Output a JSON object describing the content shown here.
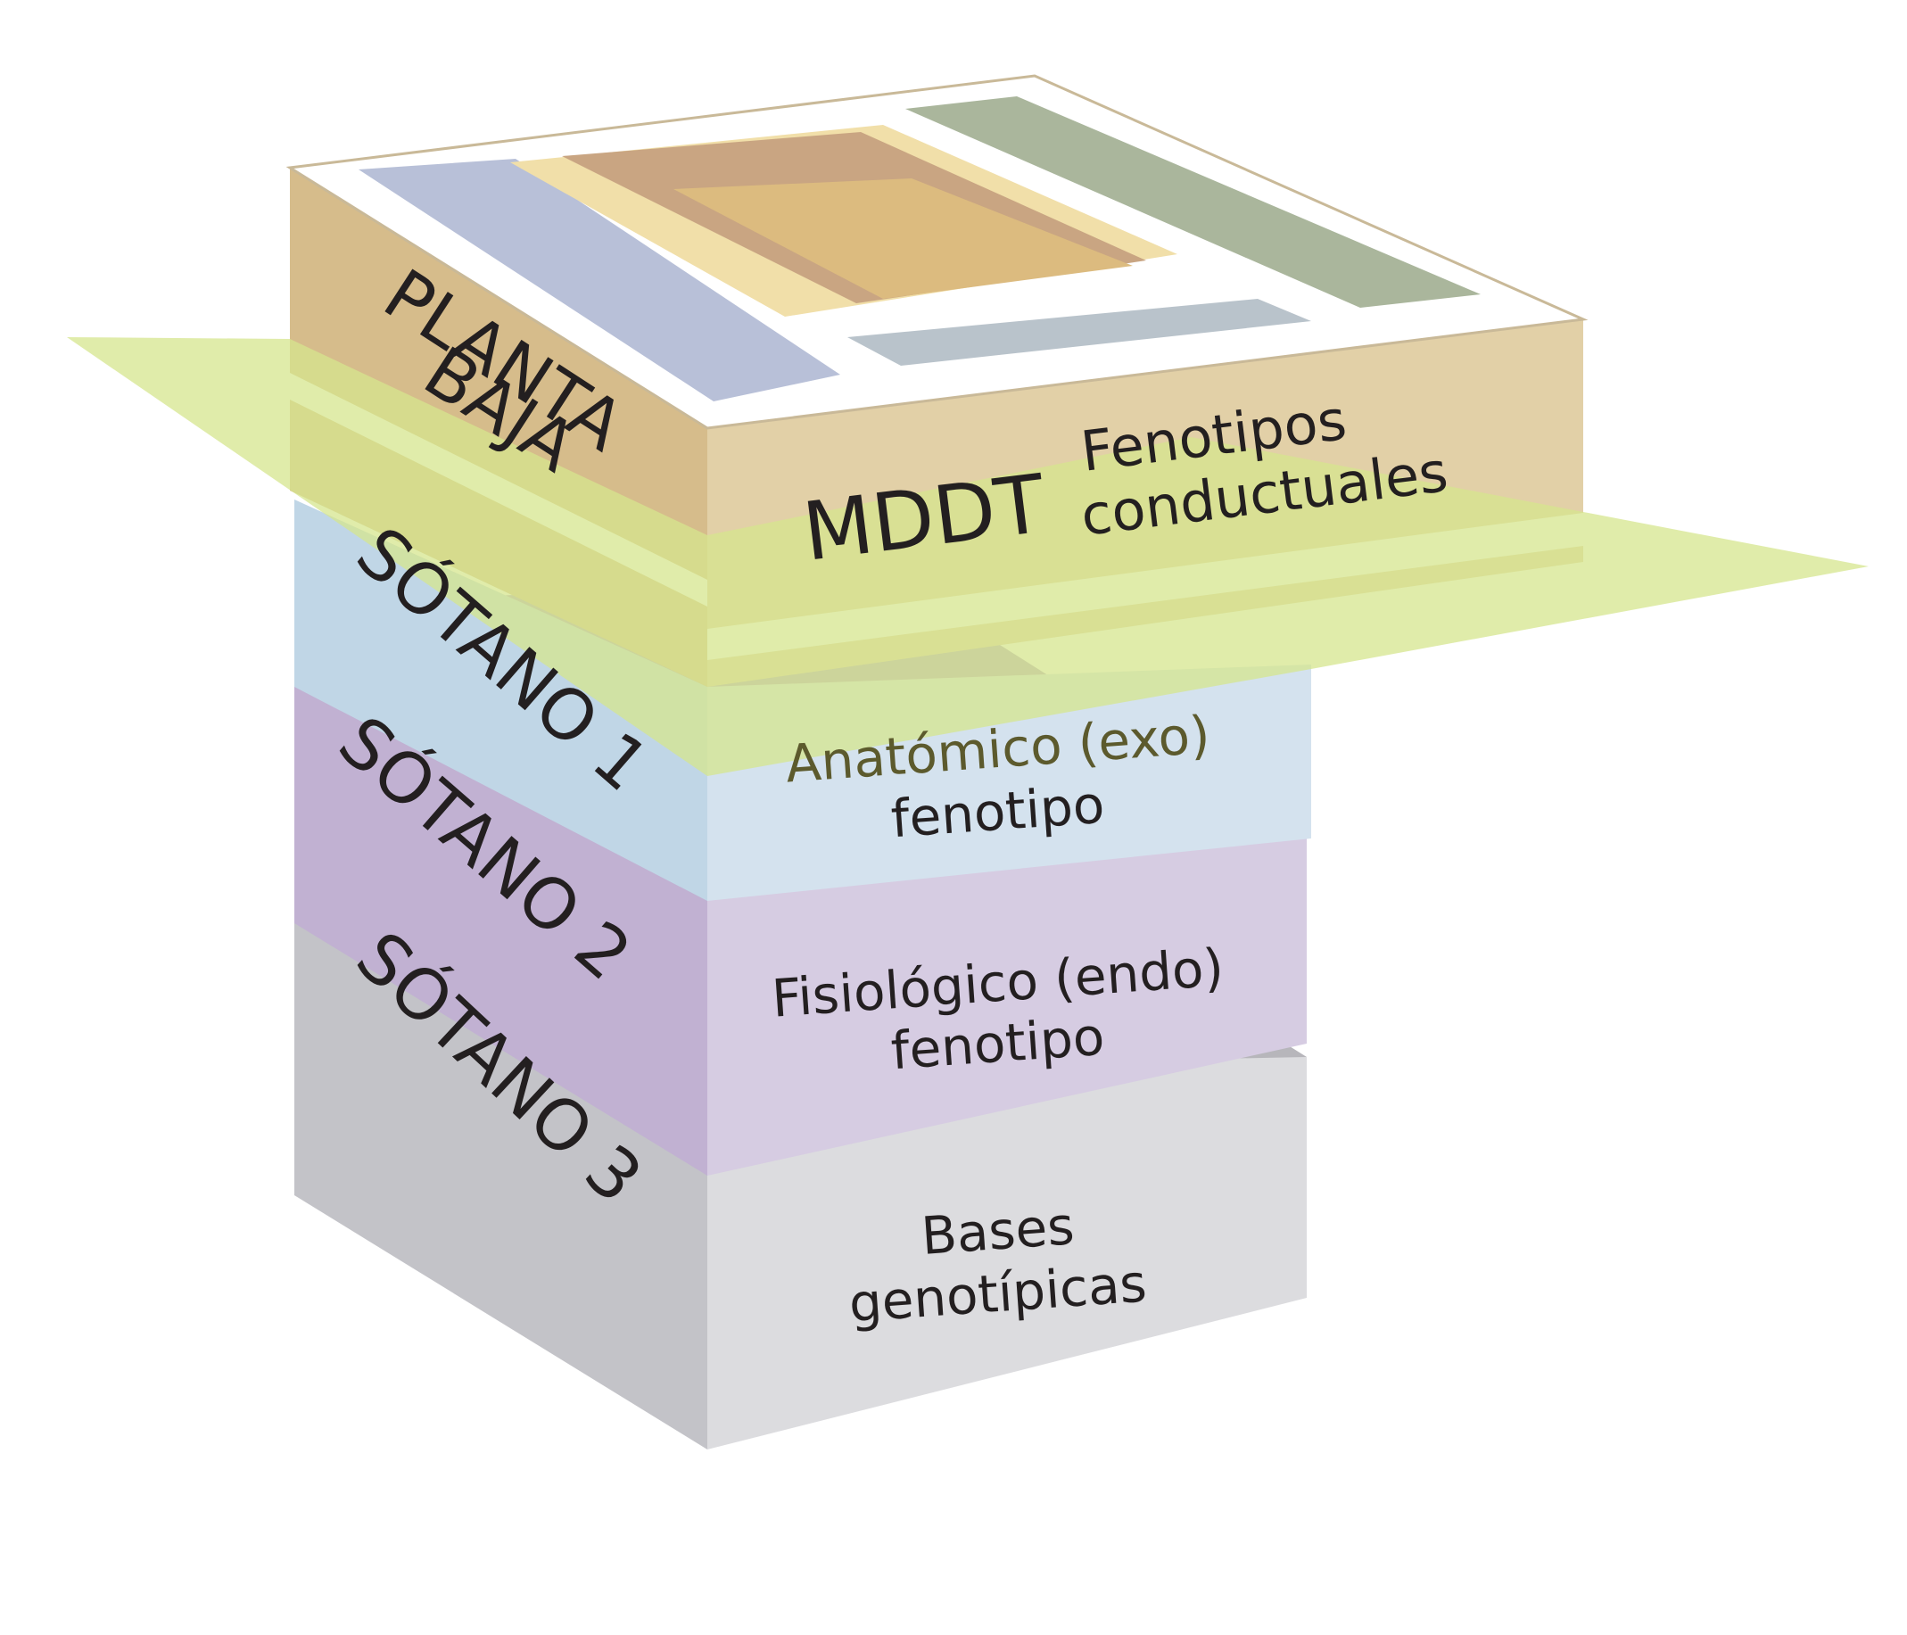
{
  "levels": {
    "ground": {
      "side_label_line1": "PLANTA",
      "side_label_line2": "BAJA",
      "acronym": "MDDT",
      "front_label_line1": "Fenotipos",
      "front_label_line2": "conductuales",
      "colors": {
        "front": "#e2d0a7",
        "side": "#d6bc8b"
      }
    },
    "basement1": {
      "side_label": "SÓTANO 1",
      "front_label_line1": "Anatómico (exo)",
      "front_label_line2": "fenotipo",
      "colors": {
        "front": "#d4e2ee",
        "side": "#c0d6e6"
      }
    },
    "basement2": {
      "side_label": "SÓTANO 2",
      "front_label_line1": "Fisiológico (endo)",
      "front_label_line2": "fenotipo",
      "colors": {
        "front": "#d6cce2",
        "side": "#c1b1d2",
        "top": "#b19fc3"
      }
    },
    "basement3": {
      "side_label": "SÓTANO 3",
      "front_label_line1": "Bases",
      "front_label_line2": "genotípicas",
      "colors": {
        "front": "#dcdcdf",
        "side": "#c3c3c8",
        "top": "#b7b6bb"
      }
    }
  },
  "ground_plane_color": "#d6e58e"
}
